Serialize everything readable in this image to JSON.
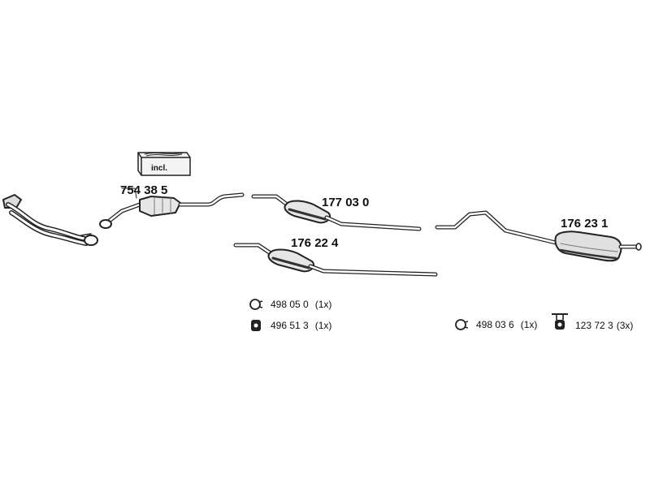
{
  "parts": [
    {
      "number": "754 38 5"
    },
    {
      "number": "177 03 0"
    },
    {
      "number": "176 22 4"
    },
    {
      "number": "176 23 1"
    }
  ],
  "mounting_kit_label": "incl.",
  "accessories": [
    {
      "icon": "clamp-ring-icon",
      "code": "498 05 0",
      "qty": "(1x)"
    },
    {
      "icon": "rubber-mount-icon",
      "code": "496 51 3",
      "qty": "(1x)"
    },
    {
      "icon": "clamp-ring-icon",
      "code": "498 03 6",
      "qty": "(1x)"
    },
    {
      "icon": "hanger-bracket-icon",
      "code": "123 72 3",
      "qty": "(3x)"
    }
  ]
}
